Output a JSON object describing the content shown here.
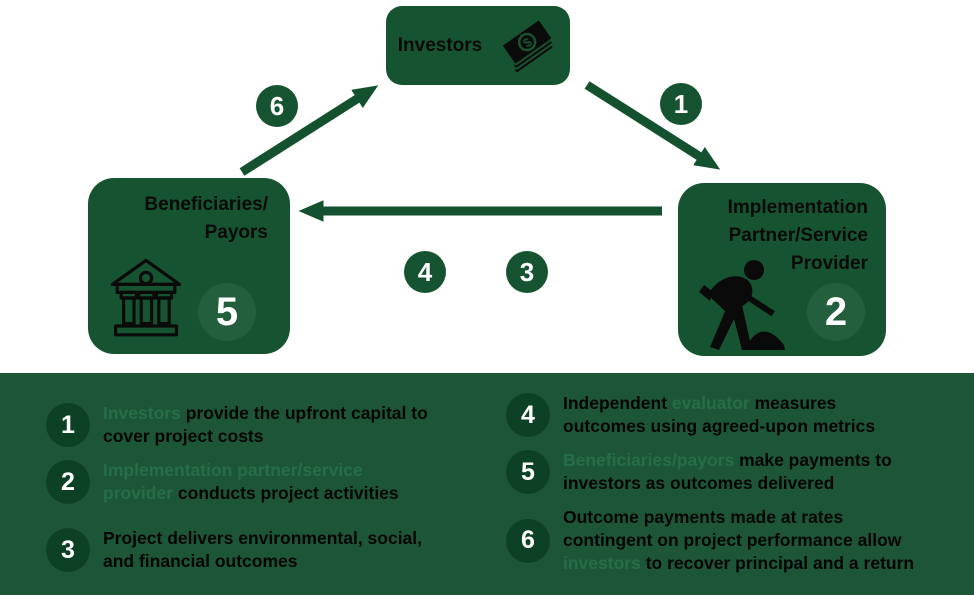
{
  "palette": {
    "box_green": "#165431",
    "band_green": "#1D5637",
    "circle_dark": "#0D4125",
    "keyword_green": "#266E45",
    "arrow_green": "#14522F"
  },
  "diagram": {
    "investors_box": {
      "title": "Investors",
      "icon": "money-banknotes-icon"
    },
    "beneficiaries_box": {
      "title": "Beneficiaries/\nPayors",
      "number": "5",
      "icon": "bank-icon"
    },
    "implementation_box": {
      "title": "Implementation\nPartner/Service\nProvider",
      "number": "2",
      "icon": "worker-digging-icon"
    },
    "arrow_labels": {
      "investors_to_implementation": "1",
      "evaluation": "4",
      "outcomes": "3",
      "beneficiaries_to_investors": "6"
    }
  },
  "legend": {
    "left": [
      {
        "number": "1",
        "lines": [
          [
            {
              "t": "Investors ",
              "hl": true
            },
            {
              "t": "provide the upfront capital to"
            }
          ],
          [
            {
              "t": "cover project costs"
            }
          ]
        ]
      },
      {
        "number": "2",
        "lines": [
          [
            {
              "t": "Implementation partner/service",
              "hl": true
            }
          ],
          [
            {
              "t": "provider ",
              "hl": true
            },
            {
              "t": "conducts project activities"
            }
          ]
        ]
      },
      {
        "number": "3",
        "lines": [
          [
            {
              "t": "Project delivers environmental, social,"
            }
          ],
          [
            {
              "t": "and financial outcomes"
            }
          ]
        ]
      }
    ],
    "right": [
      {
        "number": "4",
        "lines": [
          [
            {
              "t": "Independent "
            },
            {
              "t": "evaluator",
              "hl": true
            },
            {
              "t": " measures"
            }
          ],
          [
            {
              "t": "outcomes using agreed-upon metrics"
            }
          ]
        ]
      },
      {
        "number": "5",
        "lines": [
          [
            {
              "t": "Beneficiaries/payors ",
              "hl": true
            },
            {
              "t": "make payments to"
            }
          ],
          [
            {
              "t": "investors as outcomes delivered"
            }
          ]
        ]
      },
      {
        "number": "6",
        "lines": [
          [
            {
              "t": "Outcome payments made at rates"
            }
          ],
          [
            {
              "t": "contingent on project performance allow"
            }
          ],
          [
            {
              "t": "investors ",
              "hl": true
            },
            {
              "t": "to recover principal and a return"
            }
          ]
        ]
      }
    ]
  }
}
